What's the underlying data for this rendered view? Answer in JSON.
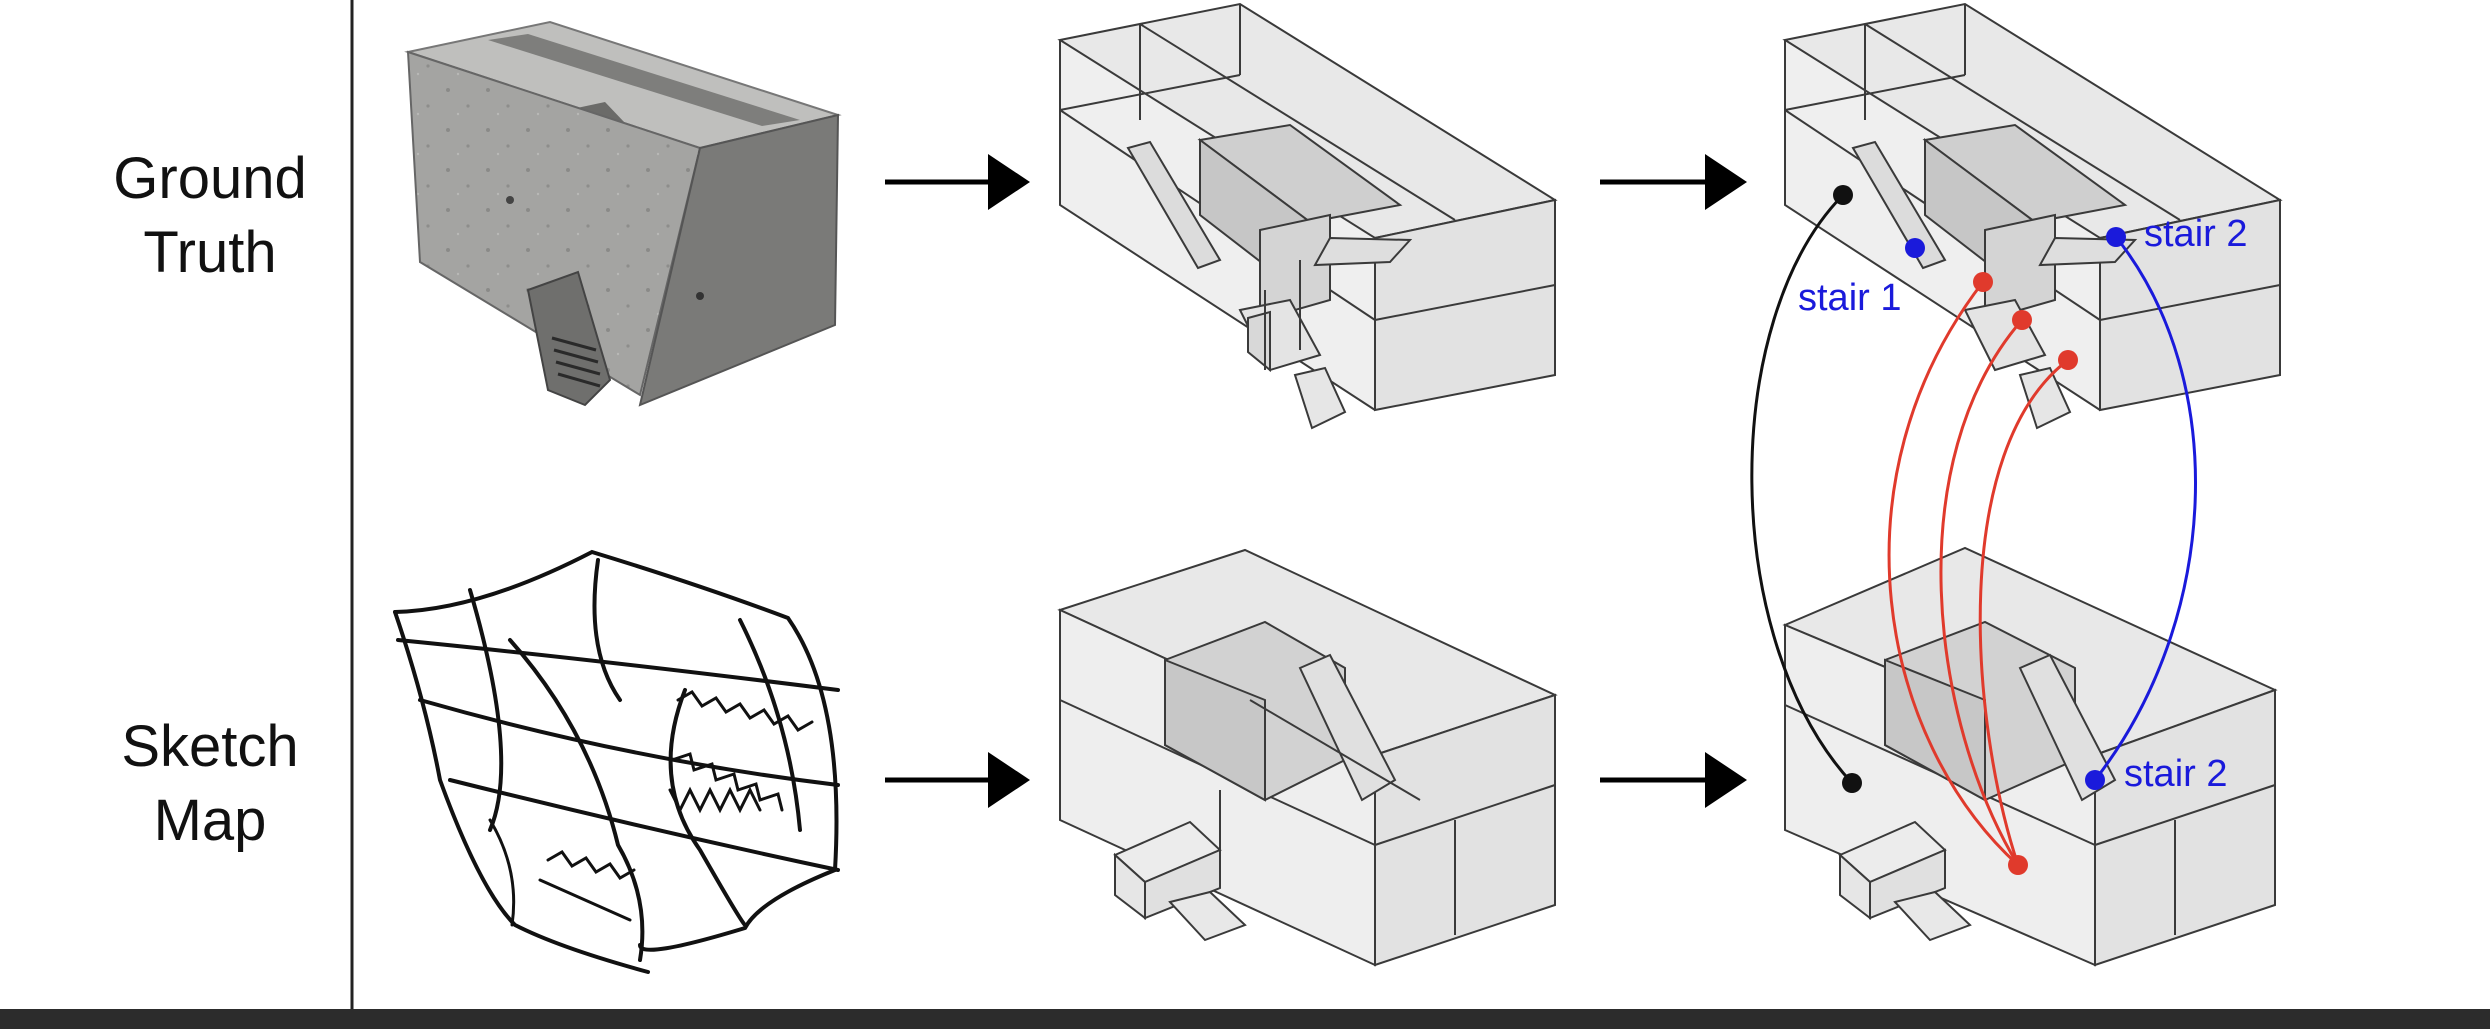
{
  "rows": {
    "ground_truth": [
      "Ground",
      "Truth"
    ],
    "sketch_map": [
      "Sketch",
      "Map"
    ]
  },
  "annotations": {
    "gt_stair_1": "stair  1",
    "gt_stair_2": "stair 2",
    "sk_stair_2": "stair 2"
  },
  "colors": {
    "stair": "#1a1adb",
    "red_link": "#e03a2c",
    "black_link": "#111111",
    "box_fill": "#e6e6e6",
    "box_stroke": "#3a3a3a",
    "concrete": "#9a9a98",
    "wood": "#9a7436"
  },
  "arrow_count": 4
}
